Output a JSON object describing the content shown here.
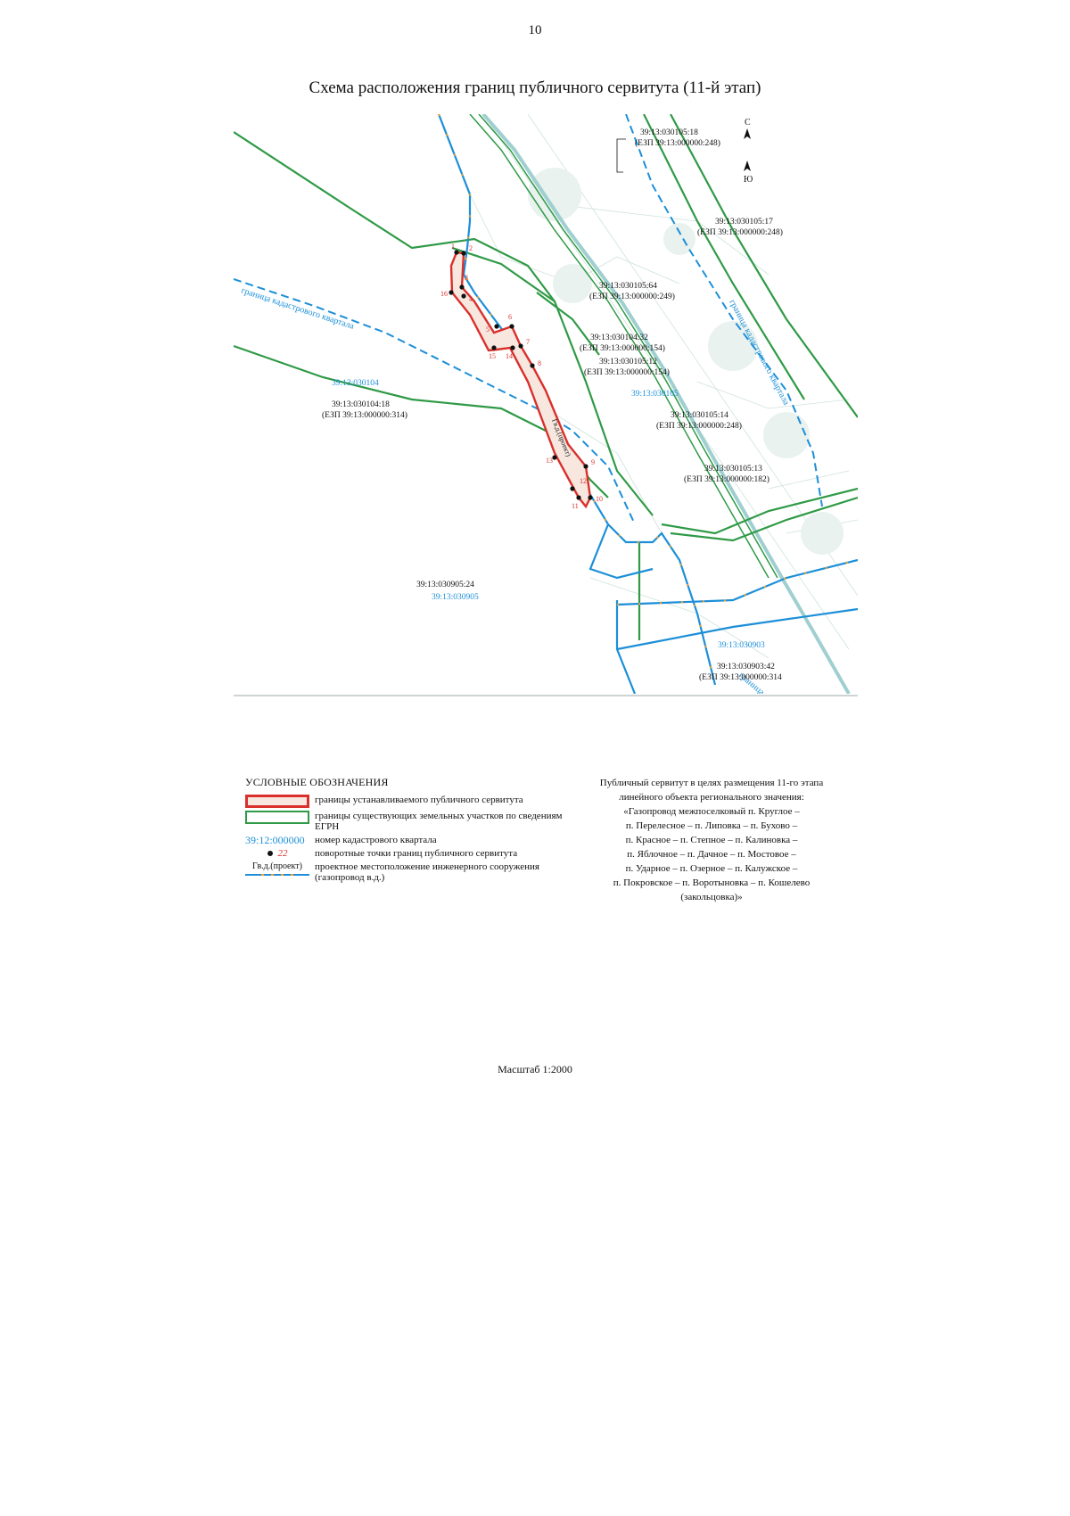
{
  "page": {
    "number": "10",
    "title": "Схема расположения границ публичного сервитута (11-й этап)"
  },
  "compass": {
    "north": "С",
    "south": "Ю"
  },
  "map_labels": {
    "q030104": "39:13:030104",
    "q030105": "39:13:030105",
    "q030905": "39:13:030905",
    "q030903": "39:13:030903",
    "p030104_18_a": "39:13:030104:18",
    "p030104_18_b": "(ЕЗП 39:13:000000:314)",
    "p030105_18_a": "39:13:030105:18",
    "p030105_18_b": "(ЕЗП 39:13:000000:248)",
    "p030105_17_a": "39:13:030105:17",
    "p030105_17_b": "(ЕЗП 39:13:000000:248)",
    "p030105_64_a": "39:13:030105:64",
    "p030105_64_b": "(ЕЗП 39:13:000000:249)",
    "p030104_32_a": "39:13:030104:32",
    "p030104_32_b": "(ЕЗП 39:13:000000:154)",
    "p030105_12_a": "39:13:030105:12",
    "p030105_12_b": "(ЕЗП 39:13:000000:154)",
    "p030105_14_a": "39:13:030105:14",
    "p030105_14_b": "(ЕЗП 39:13:000000:248)",
    "p030105_13_a": "39:13:030105:13",
    "p030105_13_b": "(ЕЗП 39:13:000000:182)",
    "p030905_24": "39:13:030905:24",
    "p030903_42_a": "39:13:030903:42",
    "p030903_42_b": "(ЕЗП 39:13:000000:314",
    "boundary_left": "граница кадастрового квартала",
    "boundary_right": "граница кадастрового квартала",
    "gas_label": "Гв.д.(проект)",
    "boundary_bottom": "граница кадас"
  },
  "turn_points": [
    "1",
    "2",
    "3",
    "4",
    "5",
    "6",
    "7",
    "8",
    "9",
    "10",
    "11",
    "12",
    "13",
    "14",
    "15",
    "16"
  ],
  "legend": {
    "title": "УСЛОВНЫЕ ОБОЗНАЧЕНИЯ",
    "items": [
      {
        "symbol": "",
        "text": "границы устанавливаемого публичного сервитута"
      },
      {
        "symbol": "",
        "text": "границы существующих земельных участков по сведениям ЕГРН"
      },
      {
        "symbol": "39:12:000000",
        "text": "номер кадастрового квартала"
      },
      {
        "symbol": "22",
        "text": "поворотные точки границ публичного сервитута"
      },
      {
        "symbol": "Гв.д.(проект)",
        "text": "проектное местоположение инженерного сооружения (газопровод в.д.)"
      }
    ]
  },
  "note": {
    "lines": [
      "Публичный сервитут в целях размещения 11-го этапа",
      "линейного объекта регионального значения:",
      "«Газопровод межпоселковый п. Круглое –",
      "п. Перелесное – п. Липовка – п. Бухово –",
      "п. Красное – п. Степное – п. Калиновка –",
      "п. Яблочное – п. Дачное – п. Мостовое –",
      "п. Ударное – п. Озерное – п. Калужское –",
      "п. Покровское – п. Воротыновка – п. Кошелево",
      "(закольцовка)»"
    ]
  },
  "scale": "Масштаб 1:2000",
  "colors": {
    "servitude": "#d9302b",
    "parcel": "#2f9a46",
    "gas": "#1c8fd8",
    "gas_dash": "#e8a33a",
    "quarter": "#1c8fd8"
  }
}
